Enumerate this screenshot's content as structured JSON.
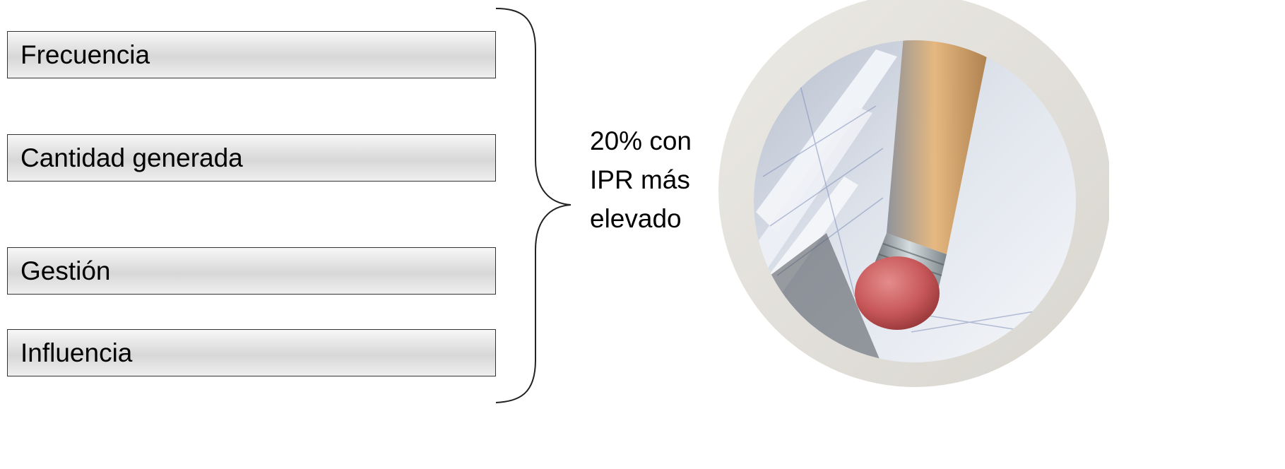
{
  "criteria": [
    {
      "label": "Frecuencia"
    },
    {
      "label": "Cantidad generada"
    },
    {
      "label": "Gestión"
    },
    {
      "label": "Influencia"
    }
  ],
  "result": {
    "lines": [
      "20% con",
      "IPR más",
      "elevado"
    ]
  },
  "image": {
    "subject": "pencil-eraser-on-notebook",
    "colors": {
      "frame": "#e2e0db",
      "paper": "#eef1f6",
      "pencil": "#d9a86a",
      "ferrule": "#9aa2a6",
      "eraser": "#c8585a"
    }
  }
}
